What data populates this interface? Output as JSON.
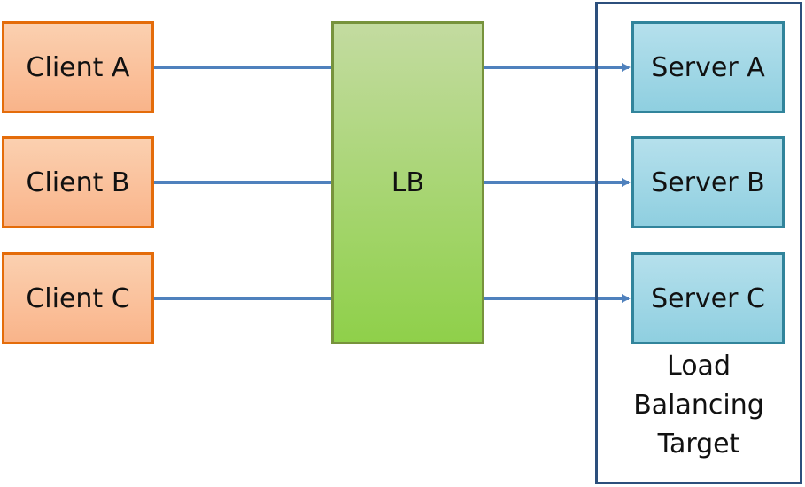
{
  "clients": [
    {
      "label": "Client A"
    },
    {
      "label": "Client B"
    },
    {
      "label": "Client C"
    }
  ],
  "balancer": {
    "label": "LB"
  },
  "servers": [
    {
      "label": "Server A"
    },
    {
      "label": "Server B"
    },
    {
      "label": "Server C"
    }
  ],
  "target_group": {
    "label_lines": [
      "Load",
      "Balancing",
      "Target"
    ]
  },
  "colors": {
    "client_border": "#e46c0a",
    "lb_border": "#77933c",
    "server_border": "#31849b",
    "target_border": "#2c4f7c",
    "connector": "#4f81bd"
  }
}
